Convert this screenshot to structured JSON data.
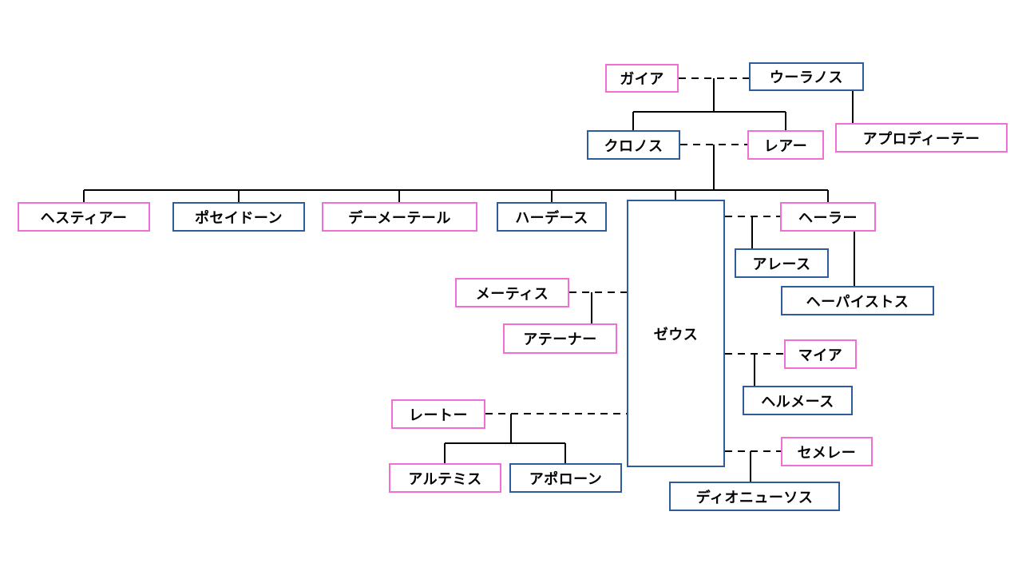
{
  "colors": {
    "female_border": "#f06fd4",
    "male_border": "#2e5b9e",
    "line": "#000000",
    "background": "#ffffff"
  },
  "nodes": {
    "gaia": {
      "label": "ガイア",
      "gender": "female"
    },
    "uranus": {
      "label": "ウーラノス",
      "gender": "male"
    },
    "aphrodite": {
      "label": "アプロディーテー",
      "gender": "female"
    },
    "kronos": {
      "label": "クロノス",
      "gender": "male"
    },
    "rhea": {
      "label": "レアー",
      "gender": "female"
    },
    "hestia": {
      "label": "ヘスティアー",
      "gender": "female"
    },
    "poseidon": {
      "label": "ポセイドーン",
      "gender": "male"
    },
    "demeter": {
      "label": "デーメーテール",
      "gender": "female"
    },
    "hades": {
      "label": "ハーデース",
      "gender": "male"
    },
    "zeus": {
      "label": "ゼウス",
      "gender": "male"
    },
    "hera": {
      "label": "ヘーラー",
      "gender": "female"
    },
    "ares": {
      "label": "アレース",
      "gender": "male"
    },
    "hephaestus": {
      "label": "ヘーパイストス",
      "gender": "male"
    },
    "metis": {
      "label": "メーティス",
      "gender": "female"
    },
    "athena": {
      "label": "アテーナー",
      "gender": "female"
    },
    "maia": {
      "label": "マイア",
      "gender": "female"
    },
    "hermes": {
      "label": "ヘルメース",
      "gender": "male"
    },
    "leto": {
      "label": "レートー",
      "gender": "female"
    },
    "artemis": {
      "label": "アルテミス",
      "gender": "female"
    },
    "apollo": {
      "label": "アポローン",
      "gender": "male"
    },
    "semele": {
      "label": "セメレー",
      "gender": "female"
    },
    "dionysus": {
      "label": "ディオニューソス",
      "gender": "male"
    }
  },
  "relationships": [
    {
      "partners": [
        "gaia",
        "uranus"
      ],
      "children": [
        "kronos",
        "rhea"
      ]
    },
    {
      "partners": [
        "uranus"
      ],
      "children": [
        "aphrodite"
      ]
    },
    {
      "partners": [
        "kronos",
        "rhea"
      ],
      "children": [
        "hestia",
        "poseidon",
        "demeter",
        "hades",
        "zeus",
        "hera"
      ]
    },
    {
      "partners": [
        "zeus",
        "hera"
      ],
      "children": [
        "ares"
      ]
    },
    {
      "partners": [
        "hera"
      ],
      "children": [
        "hephaestus"
      ]
    },
    {
      "partners": [
        "metis",
        "zeus"
      ],
      "children": [
        "athena"
      ]
    },
    {
      "partners": [
        "zeus",
        "maia"
      ],
      "children": [
        "hermes"
      ]
    },
    {
      "partners": [
        "leto",
        "zeus"
      ],
      "children": [
        "artemis",
        "apollo"
      ]
    },
    {
      "partners": [
        "zeus",
        "semele"
      ],
      "children": [
        "dionysus"
      ]
    }
  ]
}
